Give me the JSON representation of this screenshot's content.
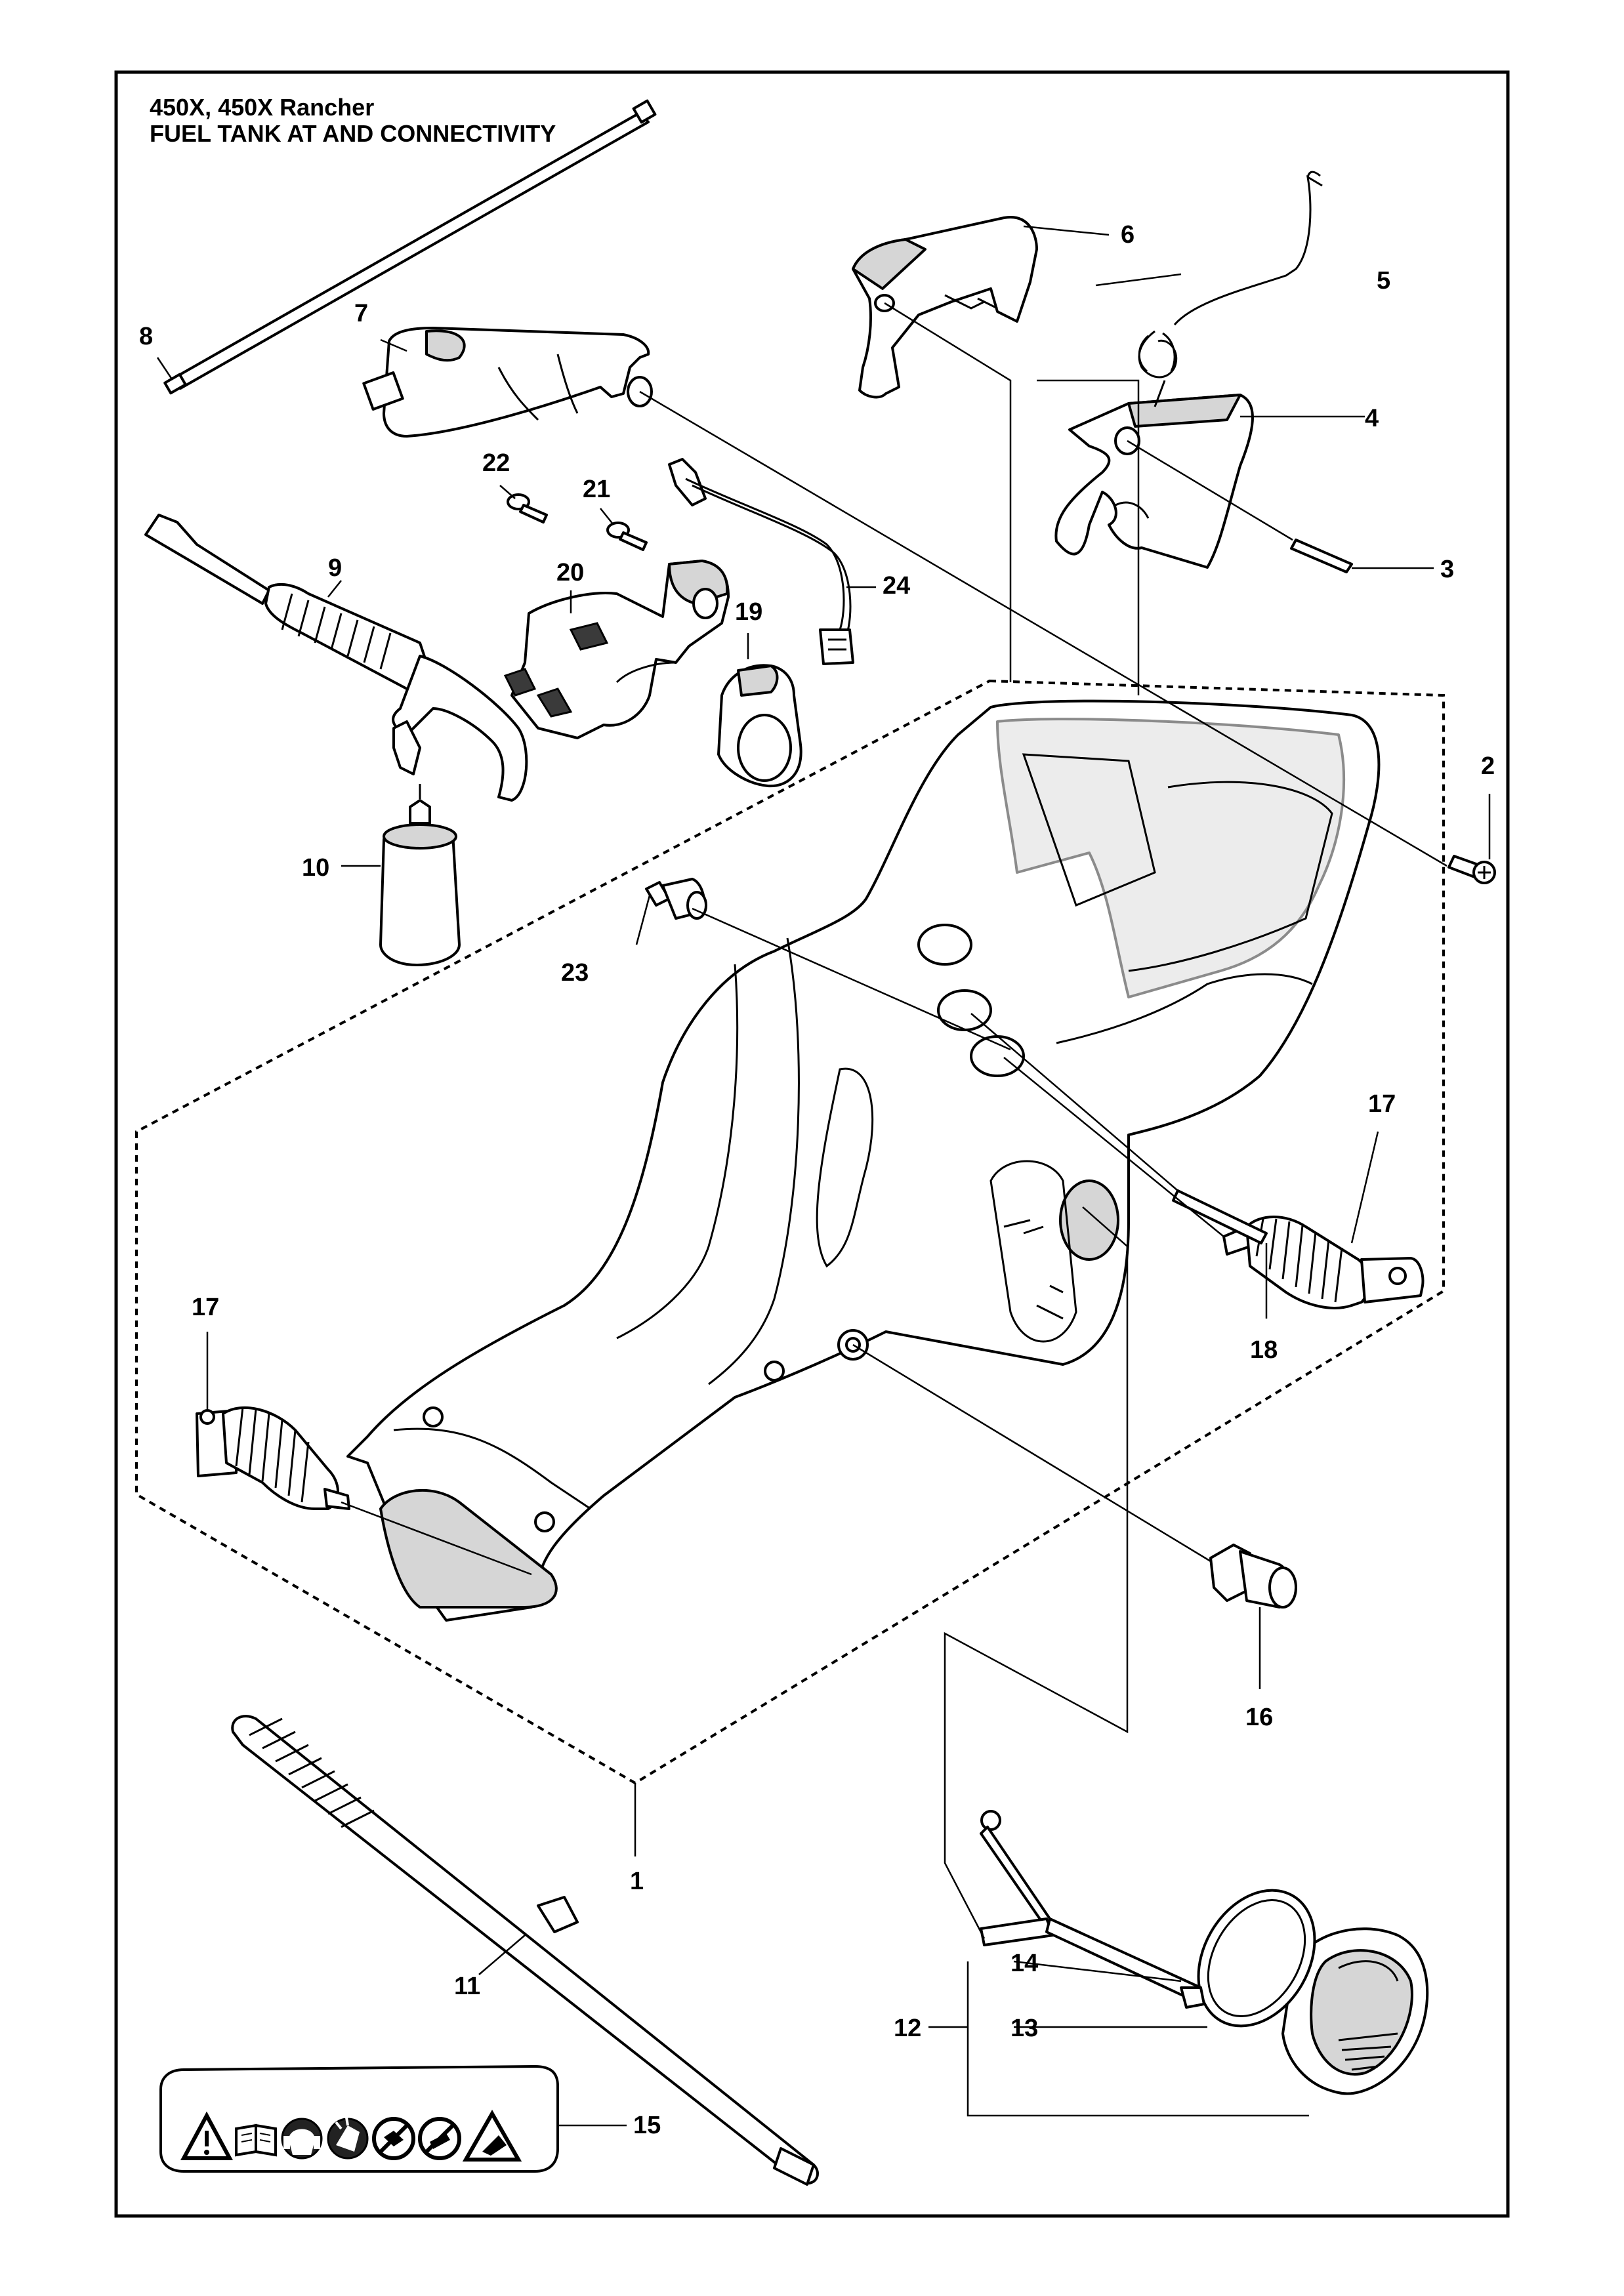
{
  "header": {
    "model": "450X, 450X Rancher",
    "section": "FUEL TANK AT AND CONNECTIVITY"
  },
  "callouts": {
    "c1": "1",
    "c2": "2",
    "c3": "3",
    "c4": "4",
    "c5": "5",
    "c6": "6",
    "c7": "7",
    "c8": "8",
    "c9": "9",
    "c10": "10",
    "c11": "11",
    "c12": "12",
    "c13": "13",
    "c14": "14",
    "c15": "15",
    "c16": "16",
    "c17a": "17",
    "c17b": "17",
    "c18": "18",
    "c19": "19",
    "c20": "20",
    "c21": "21",
    "c22": "22",
    "c23": "23",
    "c24": "24"
  },
  "icons": [
    "warning-triangle-icon",
    "manual-book-icon",
    "hearing-eye-protection-icon",
    "gloves-icon",
    "no-one-hand-icon",
    "no-kickback-icon",
    "kickback-warning-icon"
  ]
}
